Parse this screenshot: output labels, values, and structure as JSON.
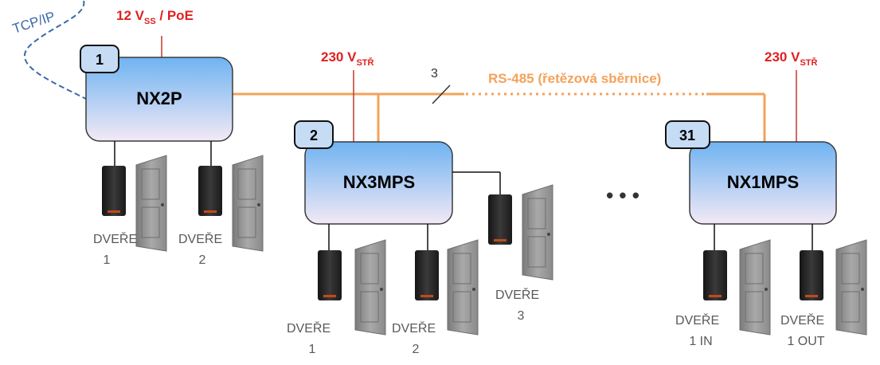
{
  "network": {
    "tcpip_label": "TCP/IP",
    "bus_label": "RS-485 (řetězová sběrnice)",
    "bus_wires": "3",
    "ellipsis": "• • •"
  },
  "controllers": [
    {
      "badge": "1",
      "name": "NX2P",
      "power_main": "12 V",
      "power_sub": "SS",
      "power_suffix": " / PoE",
      "doors": [
        {
          "line1": "DVEŘE",
          "line2": "1"
        },
        {
          "line1": "DVEŘE",
          "line2": "2"
        }
      ]
    },
    {
      "badge": "2",
      "name": "NX3MPS",
      "power_main": "230 V",
      "power_sub": "STŘ",
      "power_suffix": "",
      "doors": [
        {
          "line1": "DVEŘE",
          "line2": "1"
        },
        {
          "line1": "DVEŘE",
          "line2": "2"
        },
        {
          "line1": "DVEŘE",
          "line2": "3"
        }
      ]
    },
    {
      "badge": "31",
      "name": "NX1MPS",
      "power_main": "230 V",
      "power_sub": "STŘ",
      "power_suffix": "",
      "doors": [
        {
          "line1": "DVEŘE",
          "line2": "1 IN"
        },
        {
          "line1": "DVEŘE",
          "line2": "1 OUT"
        }
      ]
    }
  ],
  "colors": {
    "bus": "#f4a259",
    "power_text": "#e02020",
    "power_line": "#c0392b",
    "tcpip": "#3b6aa8",
    "box_top": "#6fb3f2",
    "box_bottom": "#f3e9f5",
    "reader": "#222222",
    "reader_led": "#c24a1a",
    "door": "#8e8e8e"
  }
}
